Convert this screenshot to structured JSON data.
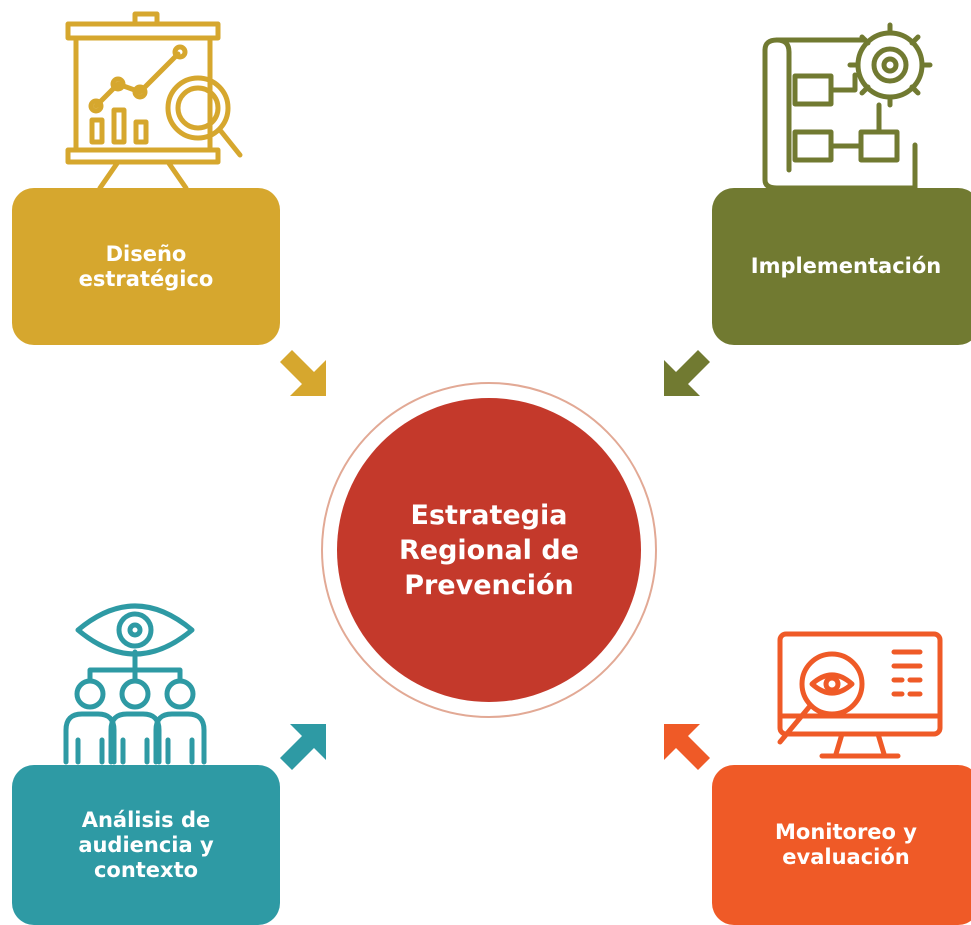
{
  "center": {
    "lines": [
      "Estrategia",
      "Regional de",
      "Prevención"
    ],
    "color": "#c4392b",
    "ring_color": "#e2a995"
  },
  "nodes": {
    "design": {
      "lines": [
        "Diseño",
        "estratégico"
      ],
      "color": "#d6a72e",
      "icon": "presentation-analytics-icon"
    },
    "implementation": {
      "lines": [
        "Implementación"
      ],
      "color": "#717a31",
      "icon": "blueprint-gear-icon"
    },
    "audience": {
      "lines": [
        "Análisis de",
        "audiencia y",
        "contexto"
      ],
      "color": "#2e9aa4",
      "icon": "audience-eye-icon"
    },
    "monitoring": {
      "lines": [
        "Monitoreo y",
        "evaluación"
      ],
      "color": "#ef5a27",
      "icon": "monitor-search-icon"
    }
  }
}
